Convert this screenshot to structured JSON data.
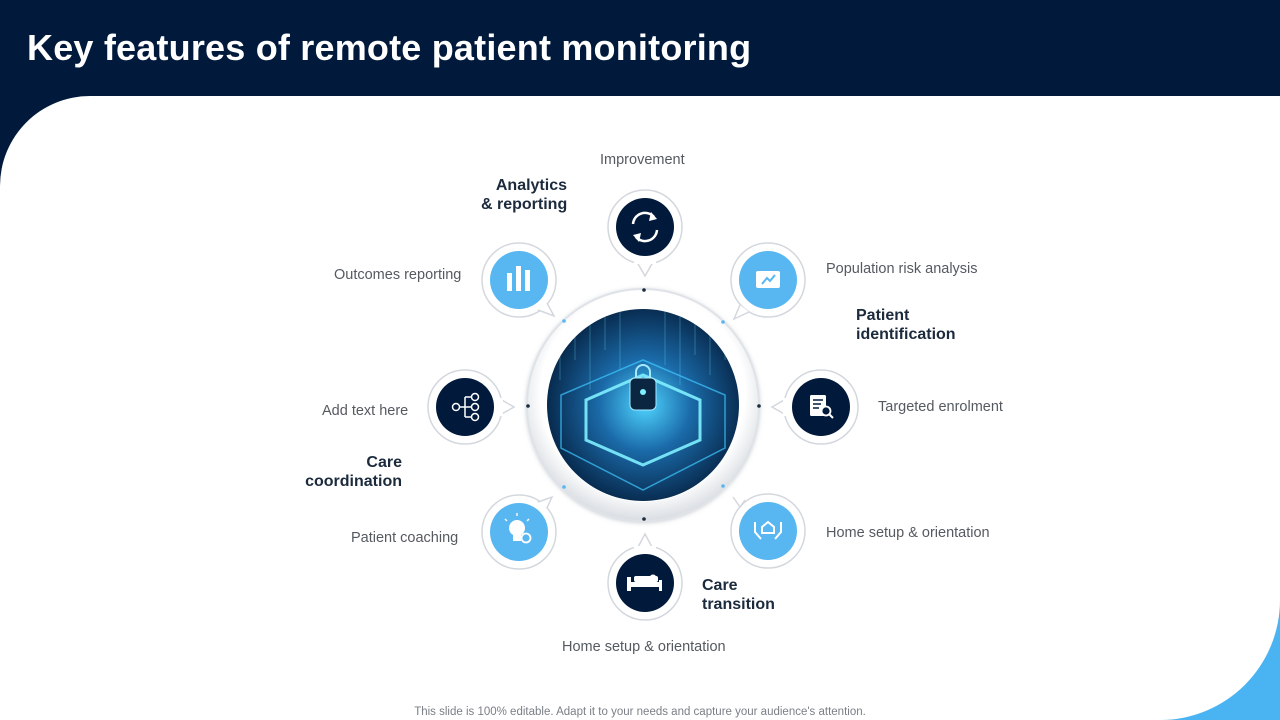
{
  "title": "Key features of remote patient monitoring",
  "groups": {
    "analytics": {
      "line1": "Analytics",
      "line2": "& reporting"
    },
    "patient_identification": {
      "line1": "Patient",
      "line2": "identification"
    },
    "care_coordination": {
      "line1": "Care",
      "line2": "coordination"
    },
    "care_transition": {
      "line1": "Care",
      "line2": "transition"
    }
  },
  "features": {
    "improvement": "Improvement",
    "population_risk": "Population risk analysis",
    "targeted_enrolment": "Targeted  enrolment",
    "home_setup_right": "Home setup & orientation",
    "home_setup_bottom": "Home setup & orientation",
    "patient_coaching": "Patient coaching",
    "add_text": "Add text here",
    "outcomes_reporting": "Outcomes reporting"
  },
  "icons": {
    "improvement": "refresh-cycle-icon",
    "population_risk": "risk-chart-icon",
    "targeted_enrolment": "document-search-icon",
    "home_setup_right": "caring-hands-icon",
    "home_setup_bottom": "bed-icon",
    "patient_coaching": "lightbulb-gear-icon",
    "add_text": "network-hierarchy-icon",
    "outcomes_reporting": "bar-chart-icon"
  },
  "colors": {
    "navy": "#011a3c",
    "light_blue": "#58b7f1",
    "accent": "#4ab4f2"
  },
  "footer": "This slide is 100% editable. Adapt it to your needs and capture your audience's attention."
}
